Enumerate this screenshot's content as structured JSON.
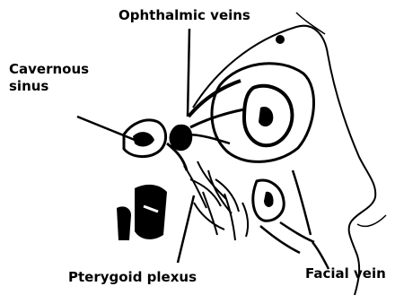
{
  "figure": {
    "labels": {
      "ophthalmic_veins": "Ophthalmic veins",
      "cavernous_sinus": "Cavernous sinus",
      "pterygoid_plexus": "Pterygoid plexus",
      "facial_vein": "Facial vein"
    }
  }
}
